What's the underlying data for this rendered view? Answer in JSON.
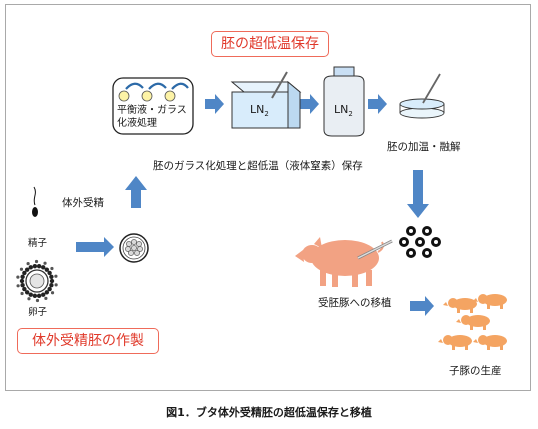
{
  "titles": {
    "cryo": "胚の超低温保存",
    "ivf": "体外受精胚の作製"
  },
  "labels": {
    "equilibration": "平衡液・ガラス化液処理",
    "ln2": "LN",
    "ln2_sub": "2",
    "warming": "胚の加温・融解",
    "vitrification_storage": "胚のガラス化処理と超低温（液体窒素）保存",
    "fertilization": "体外受精",
    "sperm": "精子",
    "egg": "卵子",
    "transfer": "受胚豚への移植",
    "piglets": "子豚の生産"
  },
  "caption": "図1．ブタ体外受精胚の超低温保存と移植",
  "colors": {
    "arrow_blue": "#4f86c6",
    "title_red": "#e0392a",
    "border_red": "#ef6b5a",
    "pig_pink": "#f2a283",
    "piglet_orange": "#f4a462",
    "dish_yellow": "#fdf3a6",
    "bath_blue": "#d8ecfb"
  }
}
